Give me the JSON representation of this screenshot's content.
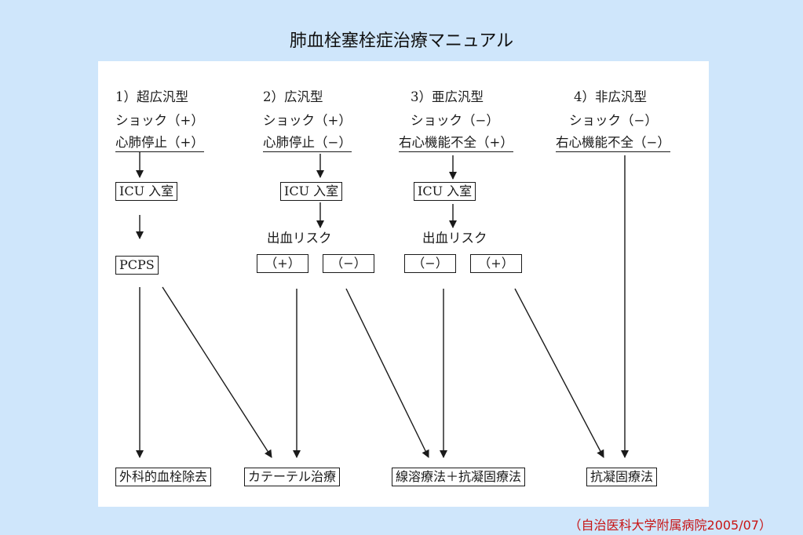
{
  "title": "肺血栓塞栓症治療マニュアル",
  "columns": [
    {
      "heading": "1）超広汎型",
      "shock": "ショック（+）",
      "condition": "心肺停止（+）"
    },
    {
      "heading": "2）広汎型",
      "shock": "ショック（+）",
      "condition": "心肺停止（−）"
    },
    {
      "heading": "3）亜広汎型",
      "shock": "ショック（−）",
      "condition": "右心機能不全（+）"
    },
    {
      "heading": "4）非広汎型",
      "shock": "ショック（−）",
      "condition": "右心機能不全（−）"
    }
  ],
  "icu": "ICU 入室",
  "pcps": "PCPS",
  "bleeding_risk": "出血リスク",
  "risk_plus": "（+）",
  "risk_minus": "（−）",
  "outcomes": {
    "surgery": "外科的血栓除去",
    "catheter": "カテーテル治療",
    "thrombolysis": "線溶療法＋抗凝固療法",
    "anticoag": "抗凝固療法"
  },
  "source": "（自治医科大学附属病院2005/07）"
}
